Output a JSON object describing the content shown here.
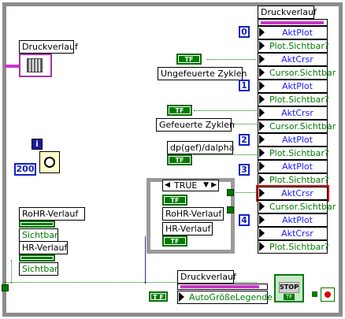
{
  "graph_label": "Druckverlauf",
  "property_node": {
    "header": "Druckverlauf",
    "items": [
      "AktPlot",
      "Plot.Sichtbar?",
      "AktCrsr",
      "Cursor.Sichtbar",
      "AktPlot",
      "Plot.Sichtbar?",
      "AktCrsr",
      "Cursor.Sichtbar",
      "AktPlot",
      "Plot.Sichtbar?",
      "AktPlot",
      "Plot.Sichtbar?",
      "AktCrsr",
      "Cursor.Sichtbar",
      "AktPlot",
      "AktCrsr",
      "Plot.Sichtbar?"
    ]
  },
  "constants": {
    "c0": "0",
    "c1": "1",
    "c2": "2",
    "c3": "3",
    "c4": "4",
    "wait_ms": "200",
    "info": "i"
  },
  "controls": {
    "ungefeuerte": "Ungefeuerte Zyklen",
    "gefeuerte": "Gefeuerte Zyklen",
    "dp": "dp(gef)/dalpha",
    "rohr": "RoHR-Verlauf",
    "hr": "HR-Verlauf",
    "sichtbar1": "Sichtbar",
    "sichtbar2": "Sichtbar"
  },
  "case": {
    "selector": "TRUE",
    "rohr": "RoHR-Verlauf",
    "hr": "HR-Verlauf"
  },
  "bottom": {
    "graph": "Druckverlauf",
    "auto": "AutoGrößeLegende",
    "stop": "STOP",
    "tf": "TF"
  },
  "bool_tf": "TF"
}
